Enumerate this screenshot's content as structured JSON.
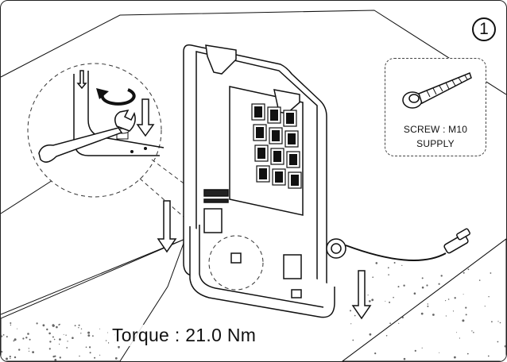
{
  "step": {
    "number": "1"
  },
  "callout": {
    "line1": "SCREW : M10",
    "line2": "SUPPLY"
  },
  "torque": {
    "label": "Torque : 21.0 Nm"
  },
  "fixture": {
    "brand_badge": "",
    "panel_code": ""
  },
  "colors": {
    "line": "#111111",
    "aggregate": "#666666",
    "fill": "#ffffff"
  },
  "icons": [
    "screw-icon",
    "wrench-icon",
    "rotate-arrow-icon",
    "down-arrow-icon",
    "cable-connector-icon"
  ]
}
